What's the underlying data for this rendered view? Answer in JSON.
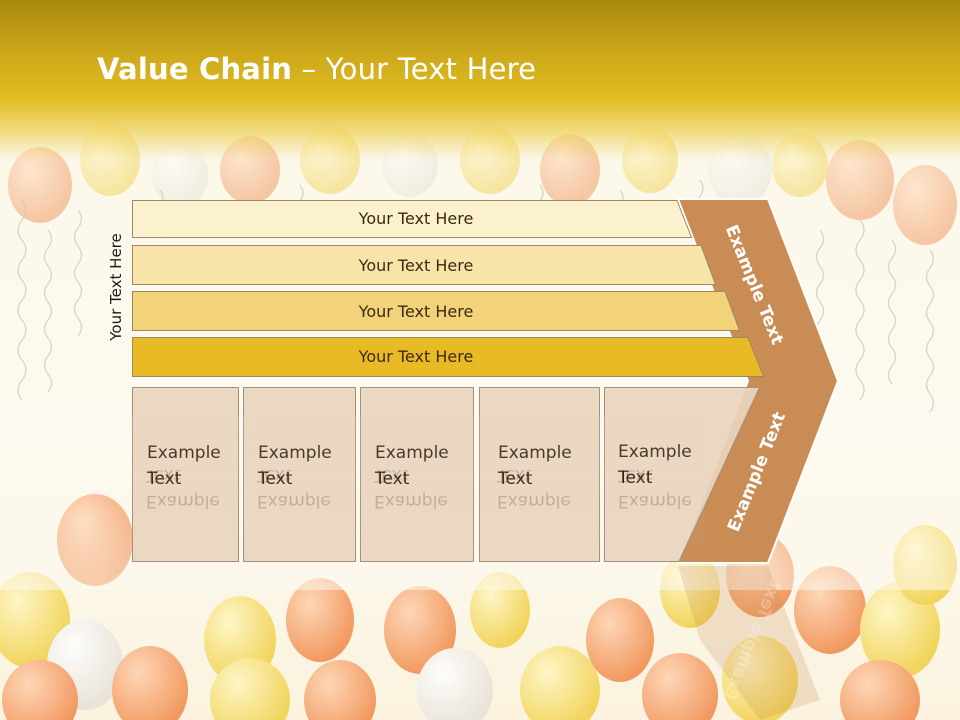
{
  "title": {
    "bold": "Value Chain",
    "rest": " – Your Text Here"
  },
  "side_label": "Your Text Here",
  "bars": [
    {
      "label": "Your Text Here"
    },
    {
      "label": "Your Text Here"
    },
    {
      "label": "Your Text Here"
    },
    {
      "label": "Your Text Here"
    }
  ],
  "boxes": [
    {
      "line1": "Example",
      "line2": "Text"
    },
    {
      "line1": "Example",
      "line2": "Text"
    },
    {
      "line1": "Example",
      "line2": "Text"
    },
    {
      "line1": "Example",
      "line2": "Text"
    },
    {
      "line1": "Example",
      "line2": "Text"
    }
  ],
  "chevron": {
    "top_label": "Example Text",
    "bottom_label": "Example Text"
  },
  "colors": {
    "header": "#d9b11c",
    "bar1": "#fbf1cf",
    "bar2": "#f8e4a9",
    "bar3": "#f3d37a",
    "bar4": "#e8bb26",
    "chevron": "#c98c55",
    "box": "#e9d5bf"
  }
}
